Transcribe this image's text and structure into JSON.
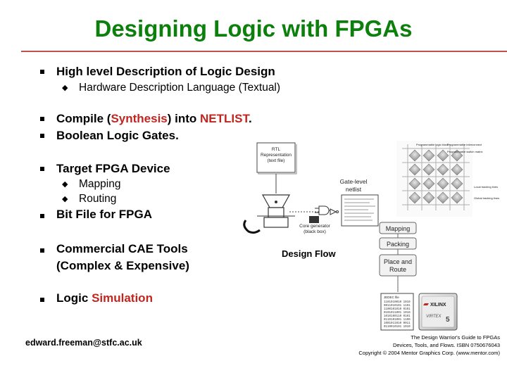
{
  "title": "Designing Logic with FPGAs",
  "bullets": [
    {
      "text": "High level Description of Logic Design",
      "sub": [
        "Hardware Description Language (Textual)"
      ]
    },
    {
      "parts": [
        "Compile (",
        "Synthesis",
        ") into ",
        "NETLIST",
        "."
      ]
    },
    {
      "text": "Boolean Logic Gates."
    },
    {
      "text": "Target FPGA Device",
      "sub": [
        "Mapping",
        "Routing"
      ]
    },
    {
      "text": "Bit File for FPGA"
    },
    {
      "lines": [
        "Commercial CAE Tools",
        "(Complex & Expensive)"
      ]
    },
    {
      "parts": [
        "Logic ",
        "Simulation"
      ]
    }
  ],
  "figure": {
    "caption": "Design Flow",
    "rtl_box": [
      "RTL",
      "Representation",
      "(text file)"
    ],
    "gate_netlist": "Gate-level netlist",
    "gate_netlist_lines": [
      "Gate-level",
      "netlist"
    ],
    "core_generator": [
      "Core generator",
      "(black box)"
    ],
    "steps": [
      "Mapping",
      "Packing",
      "Place and",
      "Route"
    ],
    "fpga_labels": [
      "Programmable logic block",
      "Programmable interconnect",
      "Programmable switch matrix",
      "Local tracking lines",
      "Global tracking lines"
    ],
    "bitfile_title": "JEDEC file",
    "bitfile_rows": [
      "1101010010 1010",
      "0011010101 1101",
      "1100101010 0101",
      "0101011001 1010",
      "1010100110 0101",
      "0110101001 1100",
      "1001011010 0011",
      "0110010101 1010"
    ],
    "chip_brand": "XILINX",
    "chip_family": "VIRTEX",
    "chip_number": "5"
  },
  "footer": {
    "email": "edward.freeman@stfc.ac.uk",
    "credit_lines": [
      "The Design Warrior's Guide to FPGAs",
      "Devices, Tools, and Flows. ISBN 0750676043",
      "Copyright © 2004 Mentor Graphics Corp. (www.mentor.com)"
    ]
  },
  "colors": {
    "title": "#0c7f0c",
    "rule": "#c0504d",
    "highlight": "#c0261f"
  }
}
